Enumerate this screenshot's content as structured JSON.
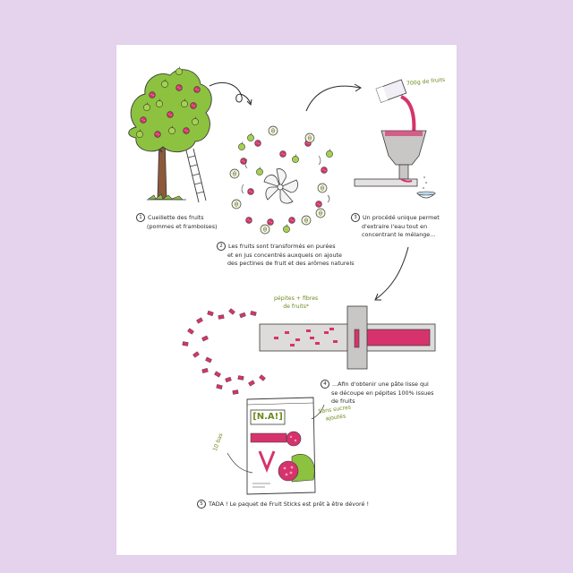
{
  "steps": [
    {
      "num": "1",
      "line1": "Cueillette des fruits",
      "line2": "(pommes et framboises)"
    },
    {
      "num": "2",
      "line1": "Les fruits sont transformés en purées",
      "line2": "et en jus concentrés auxquels on ajoute",
      "line3": "des pectines de fruit et des arômes naturels"
    },
    {
      "num": "3",
      "line1": "Un procédé unique permet",
      "line2": "d'extraire l'eau tout en",
      "line3": "concentrant le mélange..."
    },
    {
      "num": "4",
      "line1": "...Afin d'obtenir une pâte lisse qui",
      "line2": "se découpe en pépites 100% issues",
      "line3": "de fruits"
    },
    {
      "num": "5",
      "line1": "TADA ! Le paquet de Fruit Sticks est prêt à être dévoré !"
    }
  ],
  "annotations": {
    "fruit_weight": "700g de fruits",
    "nuggets_1": "pépites + fibres",
    "nuggets_2": "de fruits*",
    "sugar_1": "Sans sucres",
    "sugar_2": "ajoutés",
    "sticks": "10 bas"
  },
  "package": {
    "brand": "[N.A!]"
  },
  "colors": {
    "background": "#e5d3ee",
    "paper": "#ffffff",
    "raspberry": "#d6336c",
    "leaf": "#8cc23f",
    "apple": "#9fcf4a",
    "trunk": "#8a5a3b",
    "machine": "#c9c6c6",
    "annotation": "#6d8a1f"
  }
}
